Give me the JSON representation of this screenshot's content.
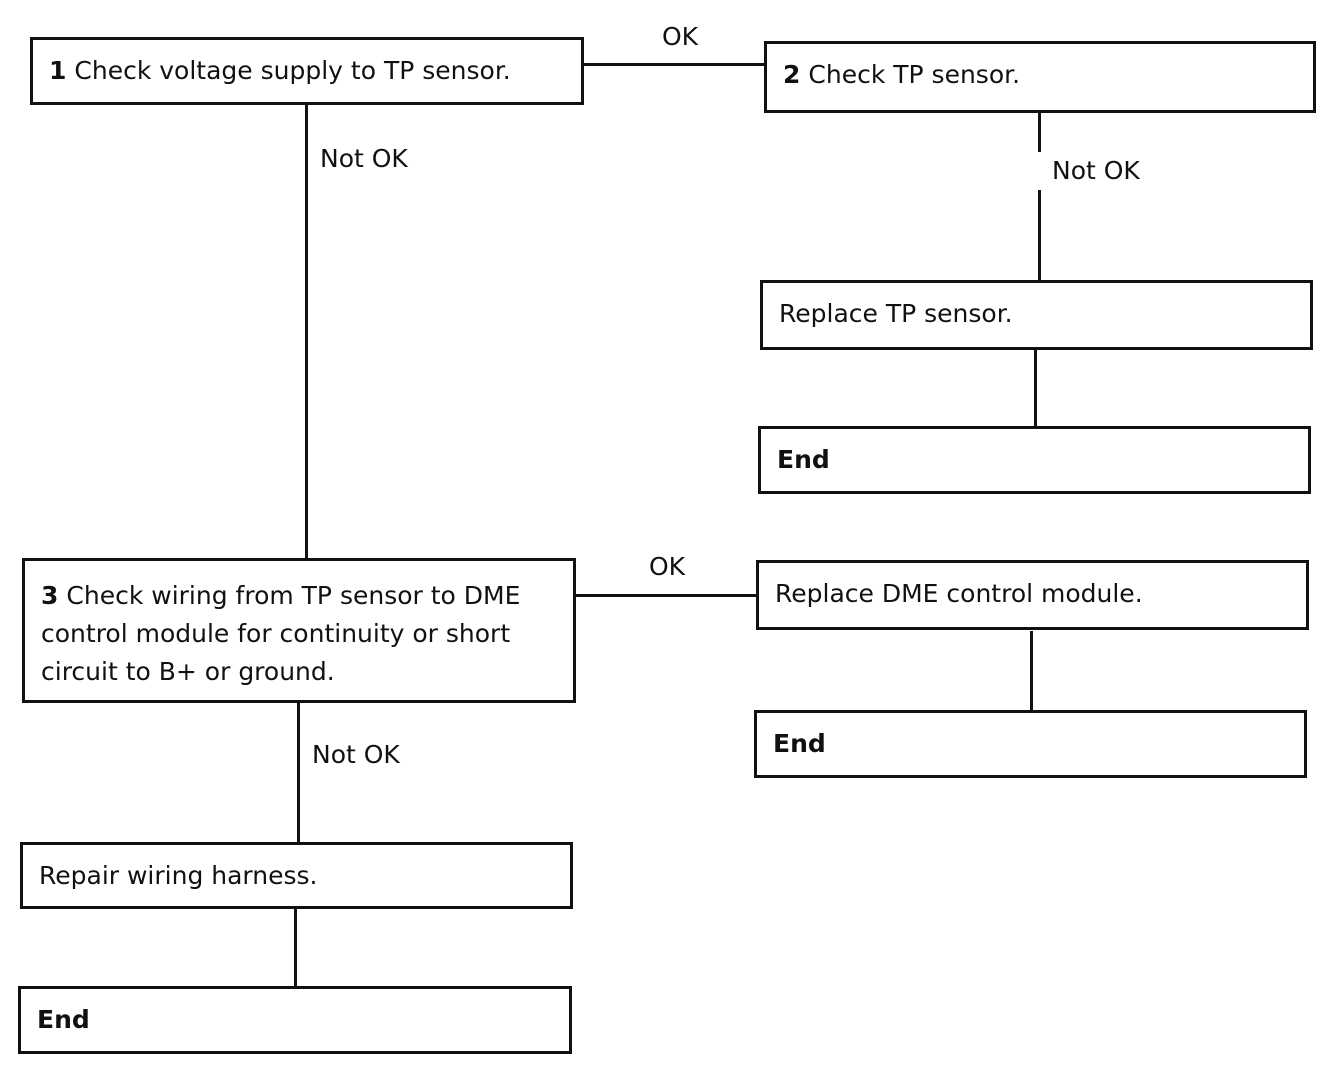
{
  "step1": {
    "number": "1",
    "text": "Check voltage supply to TP sensor."
  },
  "step2": {
    "number": "2",
    "text": "Check TP sensor."
  },
  "step3": {
    "number": "3",
    "text": "Check wiring from TP sensor to DME control module for continuity or short circuit to B+ or ground."
  },
  "replace_tp": "Replace TP sensor.",
  "replace_dme": "Replace DME control module.",
  "repair_wiring": "Repair wiring harness.",
  "end_label": "End",
  "labels": {
    "ok": "OK",
    "not_ok": "Not OK"
  }
}
